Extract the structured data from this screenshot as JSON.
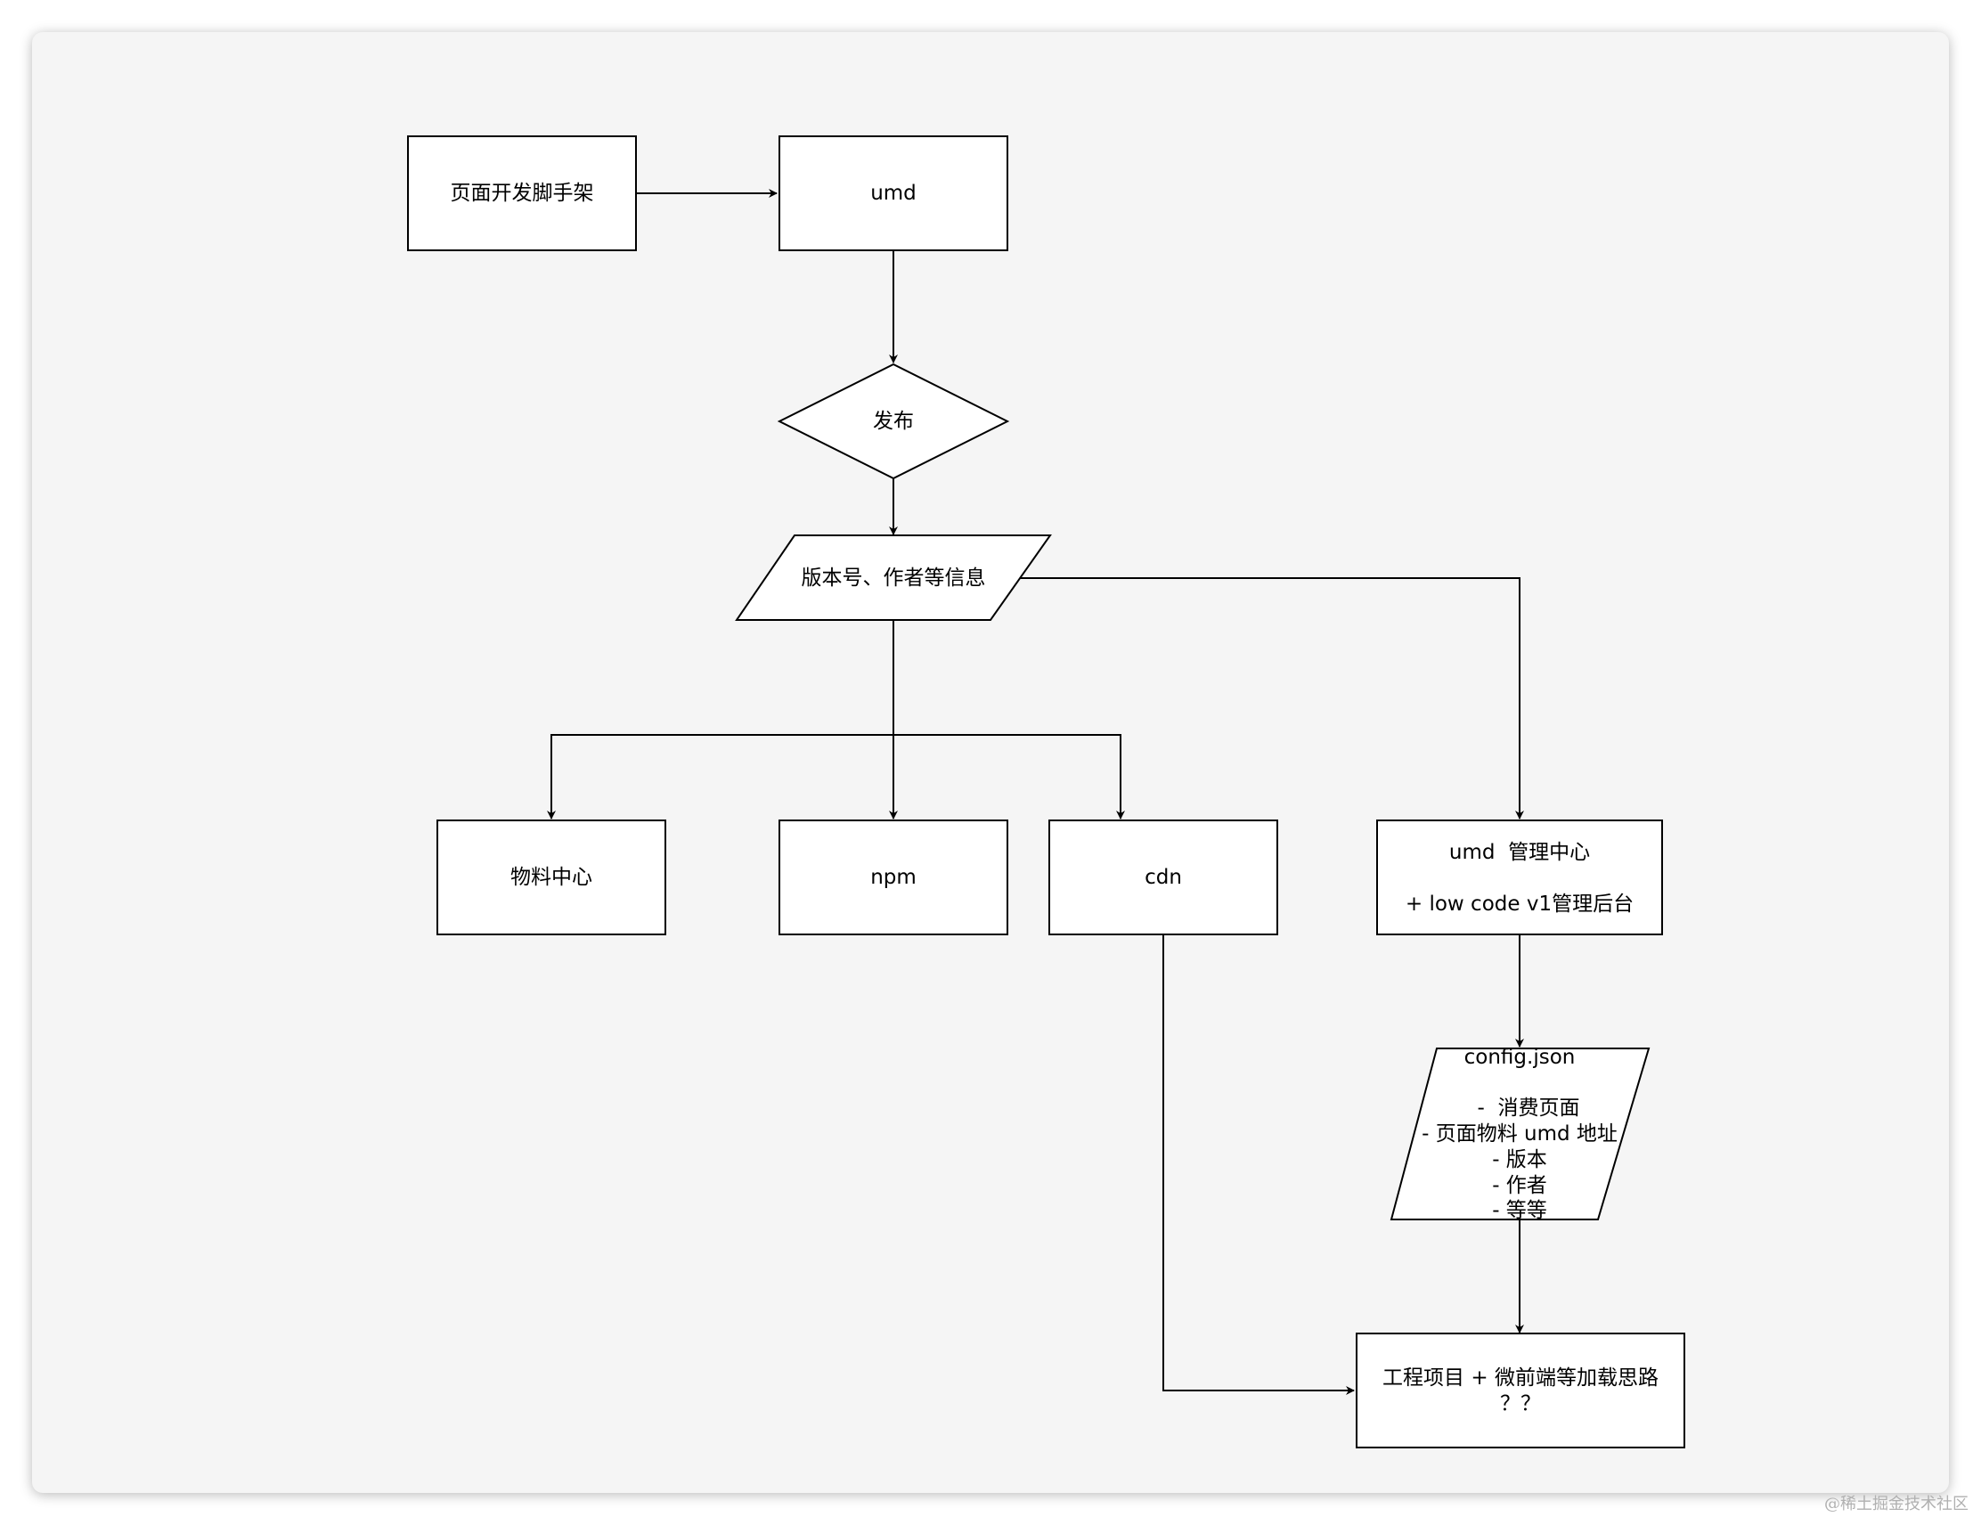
{
  "nodes": {
    "scaffold": {
      "label": "页面开发脚手架"
    },
    "umd": {
      "label": "umd"
    },
    "publish": {
      "label": "发布"
    },
    "version_info": {
      "label": "版本号、作者等信息"
    },
    "material_center": {
      "label": "物料中心"
    },
    "npm": {
      "label": "npm"
    },
    "cdn": {
      "label": "cdn"
    },
    "umd_admin": {
      "line1": "umd  管理中心",
      "line2": "+ low code v1管理后台"
    },
    "config_json": {
      "lines": [
        "config.json",
        "",
        "-  消费页面",
        "- 页面物料 umd 地址",
        "- 版本",
        "- 作者",
        "- 等等"
      ]
    },
    "project": {
      "line1": "工程项目 + 微前端等加载思路",
      "line2": "？？"
    }
  },
  "watermark": "@稀土掘金技术社区",
  "colors": {
    "canvas_bg": "#f5f5f5",
    "node_fill": "#ffffff",
    "stroke": "#000000"
  }
}
